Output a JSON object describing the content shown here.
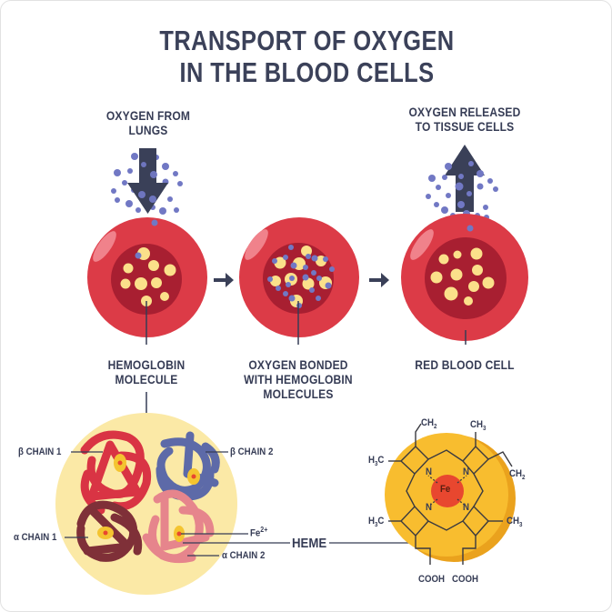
{
  "title": {
    "line1": "TRANSPORT OF OXYGEN",
    "line2": "IN THE BLOOD CELLS"
  },
  "top_labels": {
    "intake_line1": "OXYGEN FROM",
    "intake_line2": "LUNGS",
    "release_line1": "OXYGEN RELEASED",
    "release_line2": "TO TISSUE CELLS"
  },
  "cell_labels": {
    "cell1_line1": "HEMOGLOBIN",
    "cell1_line2": "MOLECULE",
    "cell2_line1": "OXYGEN BONDED",
    "cell2_line2": "WITH HEMOGLOBIN",
    "cell2_line3": "MOLECULES",
    "cell3_line1": "RED BLOOD CELL"
  },
  "hemoglobin": {
    "beta1": "β CHAIN 1",
    "beta2": "β CHAIN 2",
    "alpha1": "α CHAIN 1",
    "alpha2": "α CHAIN 2",
    "fe": "Fe",
    "fe_charge": "2+",
    "heme": "HEME"
  },
  "heme_structure": {
    "center": "Fe",
    "nitrogen": "N",
    "groups": {
      "top_left": "CH2",
      "top_right": "CH3",
      "left_upper": "H3C",
      "right_upper": "CH2",
      "left_lower": "H3C",
      "right_lower": "CH3",
      "bottom_left": "COOH",
      "bottom_right": "COOH"
    }
  },
  "colors": {
    "text": "#363c55",
    "cell_outer": "#dc3b47",
    "cell_inner": "#a81f31",
    "hemoglobin_yellow": "#fbe08a",
    "oxygen_blue": "#7178c4",
    "arrow": "#3a4058",
    "heme_disc": "#f8bd2f",
    "fe_core": "#e8472f",
    "globin_bg": "#fbe9a6",
    "beta1_chain": "#d93444",
    "beta2_chain": "#5d6aa8",
    "alpha1_chain": "#7f3038",
    "alpha2_chain": "#e6858c"
  }
}
